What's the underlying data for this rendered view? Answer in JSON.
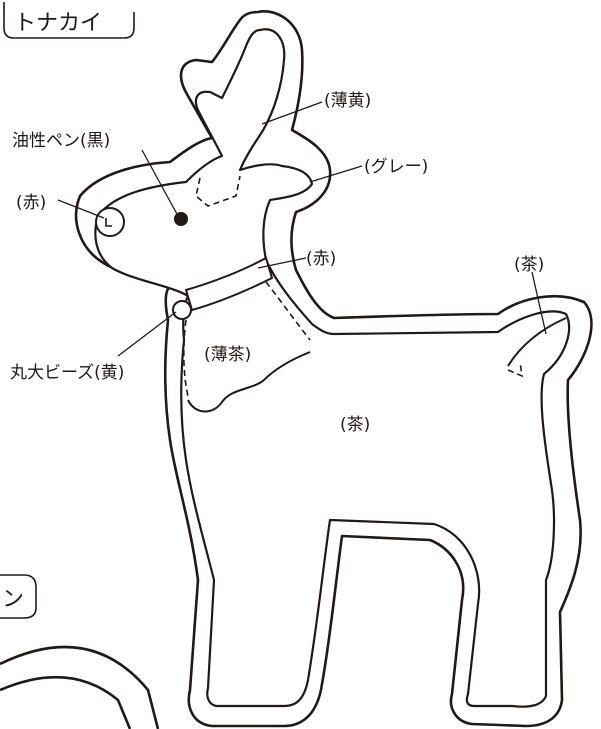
{
  "title_tag": "トナカイ",
  "partial_tag": "ン",
  "labels": {
    "antler": "(薄黄)",
    "eye": "油性ペン(黒)",
    "ear_edge": "(グレー)",
    "nose": "(赤)",
    "collar": "(赤)",
    "tail": "(茶)",
    "bead": "丸大ビーズ(黄)",
    "bib": "(薄茶)",
    "body": "(茶)"
  }
}
